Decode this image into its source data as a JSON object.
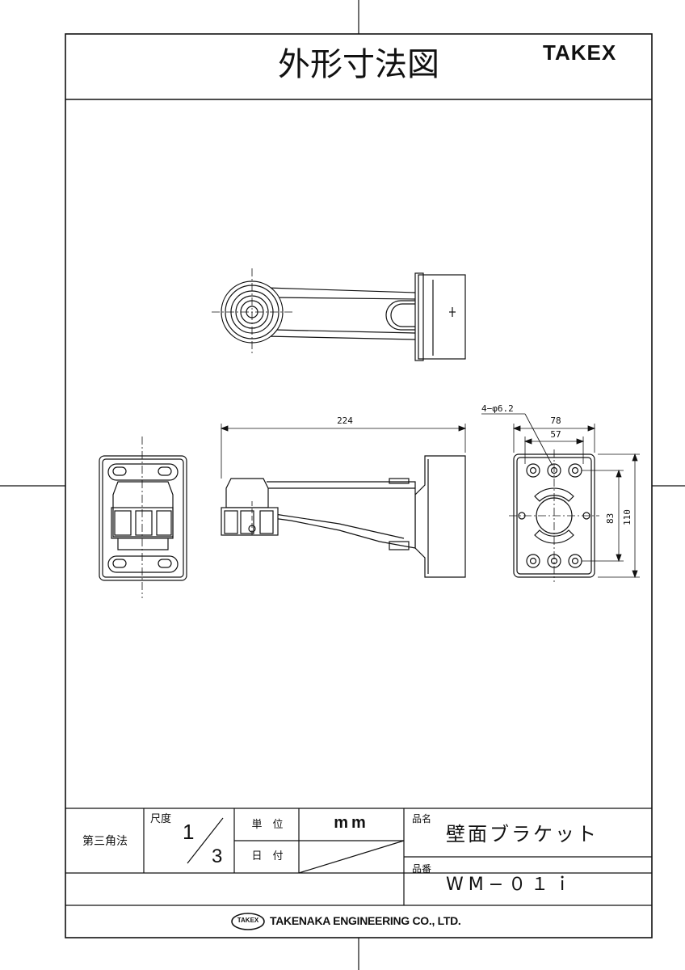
{
  "header": {
    "title": "外形寸法図",
    "brand": "TAKEX"
  },
  "dimensions": {
    "hole_spec": "4−φ6.2",
    "overall_length": "224",
    "outer_width": "78",
    "inner_width": "57",
    "inner_height": "83",
    "outer_height": "110"
  },
  "title_block": {
    "projection": "第三角法",
    "scale_label": "尺度",
    "scale_numerator": "1",
    "scale_denominator": "3",
    "unit_label": "単　位",
    "unit_value": "mm",
    "date_label": "日　付",
    "date_value": "",
    "product_name_label": "品名",
    "product_name": "壁面ブラケット",
    "part_number_label": "品番",
    "part_number": "WM−０１ｉ"
  },
  "footer": {
    "logo_text": "TAKEX",
    "company": "TAKENAKA ENGINEERING CO., LTD."
  },
  "colors": {
    "line": "#111111",
    "background": "#ffffff"
  }
}
